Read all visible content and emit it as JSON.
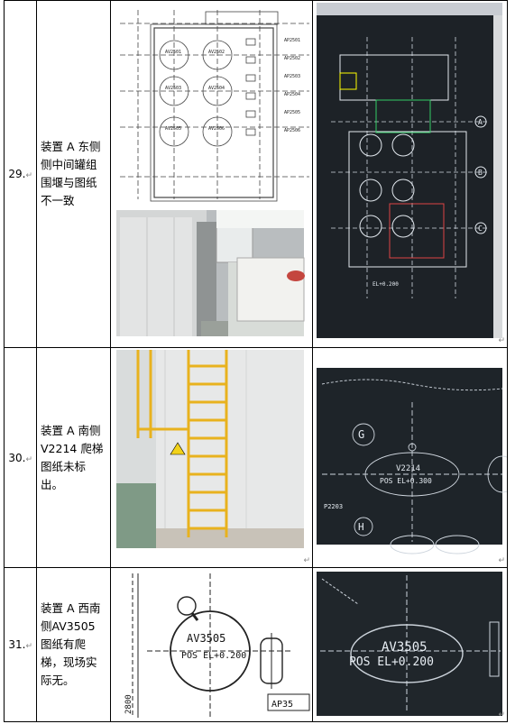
{
  "rows": [
    {
      "number": "29.",
      "description": "装置 A 东侧侧中间罐组围堰与图纸不一致",
      "drawing_labels": [
        "AV2501",
        "AV2502",
        "AV2503",
        "AV2504",
        "AV2505",
        "AV2506",
        "AP2501",
        "AP2502",
        "AP2503",
        "AP2504",
        "AP2505",
        "AP2506"
      ],
      "screen_labels": [
        "A",
        "B",
        "C",
        "EL+0.200"
      ]
    },
    {
      "number": "30.",
      "description": "装置 A 南侧V2214 爬梯图纸未标出。",
      "screen_labels": [
        "G",
        "H",
        "V2214",
        "POS EL+0.300",
        "P2203"
      ]
    },
    {
      "number": "31.",
      "description": "装置 A 西南侧AV3505图纸有爬梯，现场实际无。",
      "drawing_labels": [
        "AV3505",
        "POS EL+0.200",
        "AP35",
        "2800"
      ],
      "screen_labels": [
        "AV3505",
        "POS EL+0.200"
      ]
    }
  ],
  "marks": {
    "return_symbol": "↵"
  }
}
